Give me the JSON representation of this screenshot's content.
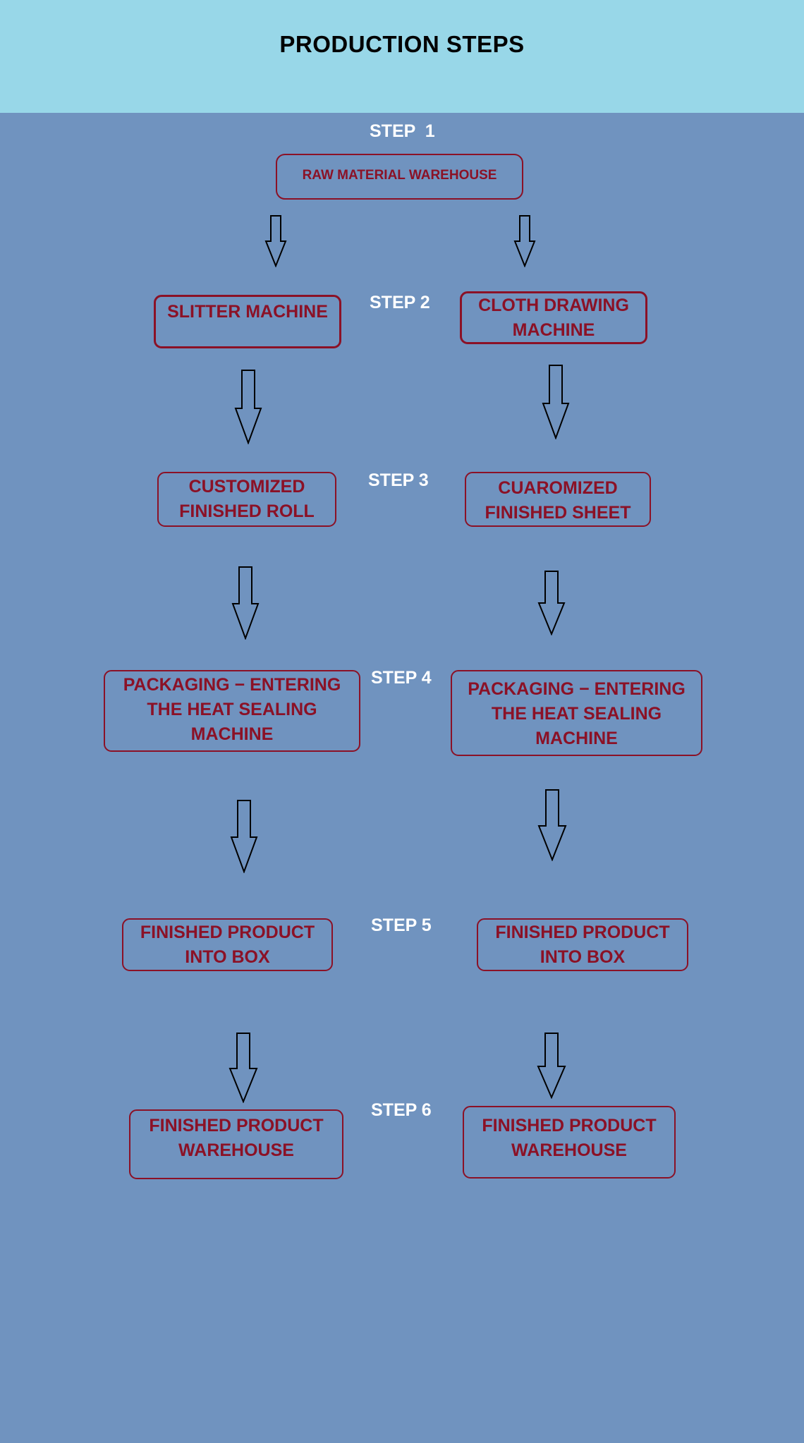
{
  "title": "PRODUCTION STEPS",
  "colors": {
    "header_bg": "#98d7e8",
    "page_bg": "#7093bf",
    "box_text": "#8b1126",
    "step_text": "#ffffff"
  },
  "steps": {
    "s1": "STEP  1",
    "s2": "STEP 2",
    "s3": "STEP 3",
    "s4": "STEP 4",
    "s5": "STEP 5",
    "s6": "STEP 6"
  },
  "nodes": {
    "raw_material": "RAW MATERIAL WAREHOUSE",
    "left": {
      "step2": "SLITTER  MACHINE",
      "step3": "CUSTOMIZED\nFINISHED  ROLL",
      "step4": "PACKAGING − ENTERING\nTHE HEAT  SEALING\nMACHINE",
      "step5": "FINISHED PRODUCT\nINTO BOX",
      "step6": "FINISHED PRODUCT\nWAREHOUSE"
    },
    "right": {
      "step2": "CLOTH  DRAWING\nMACHINE",
      "step3": "CUAROMIZED\nFINISHED  SHEET",
      "step4": "PACKAGING − ENTERING\nTHE HEAT  SEALING\nMACHINE",
      "step5": "FINISHED PRODUCT\nINTO BOX",
      "step6": "FINISHED PRODUCT\nWAREHOUSE"
    }
  }
}
